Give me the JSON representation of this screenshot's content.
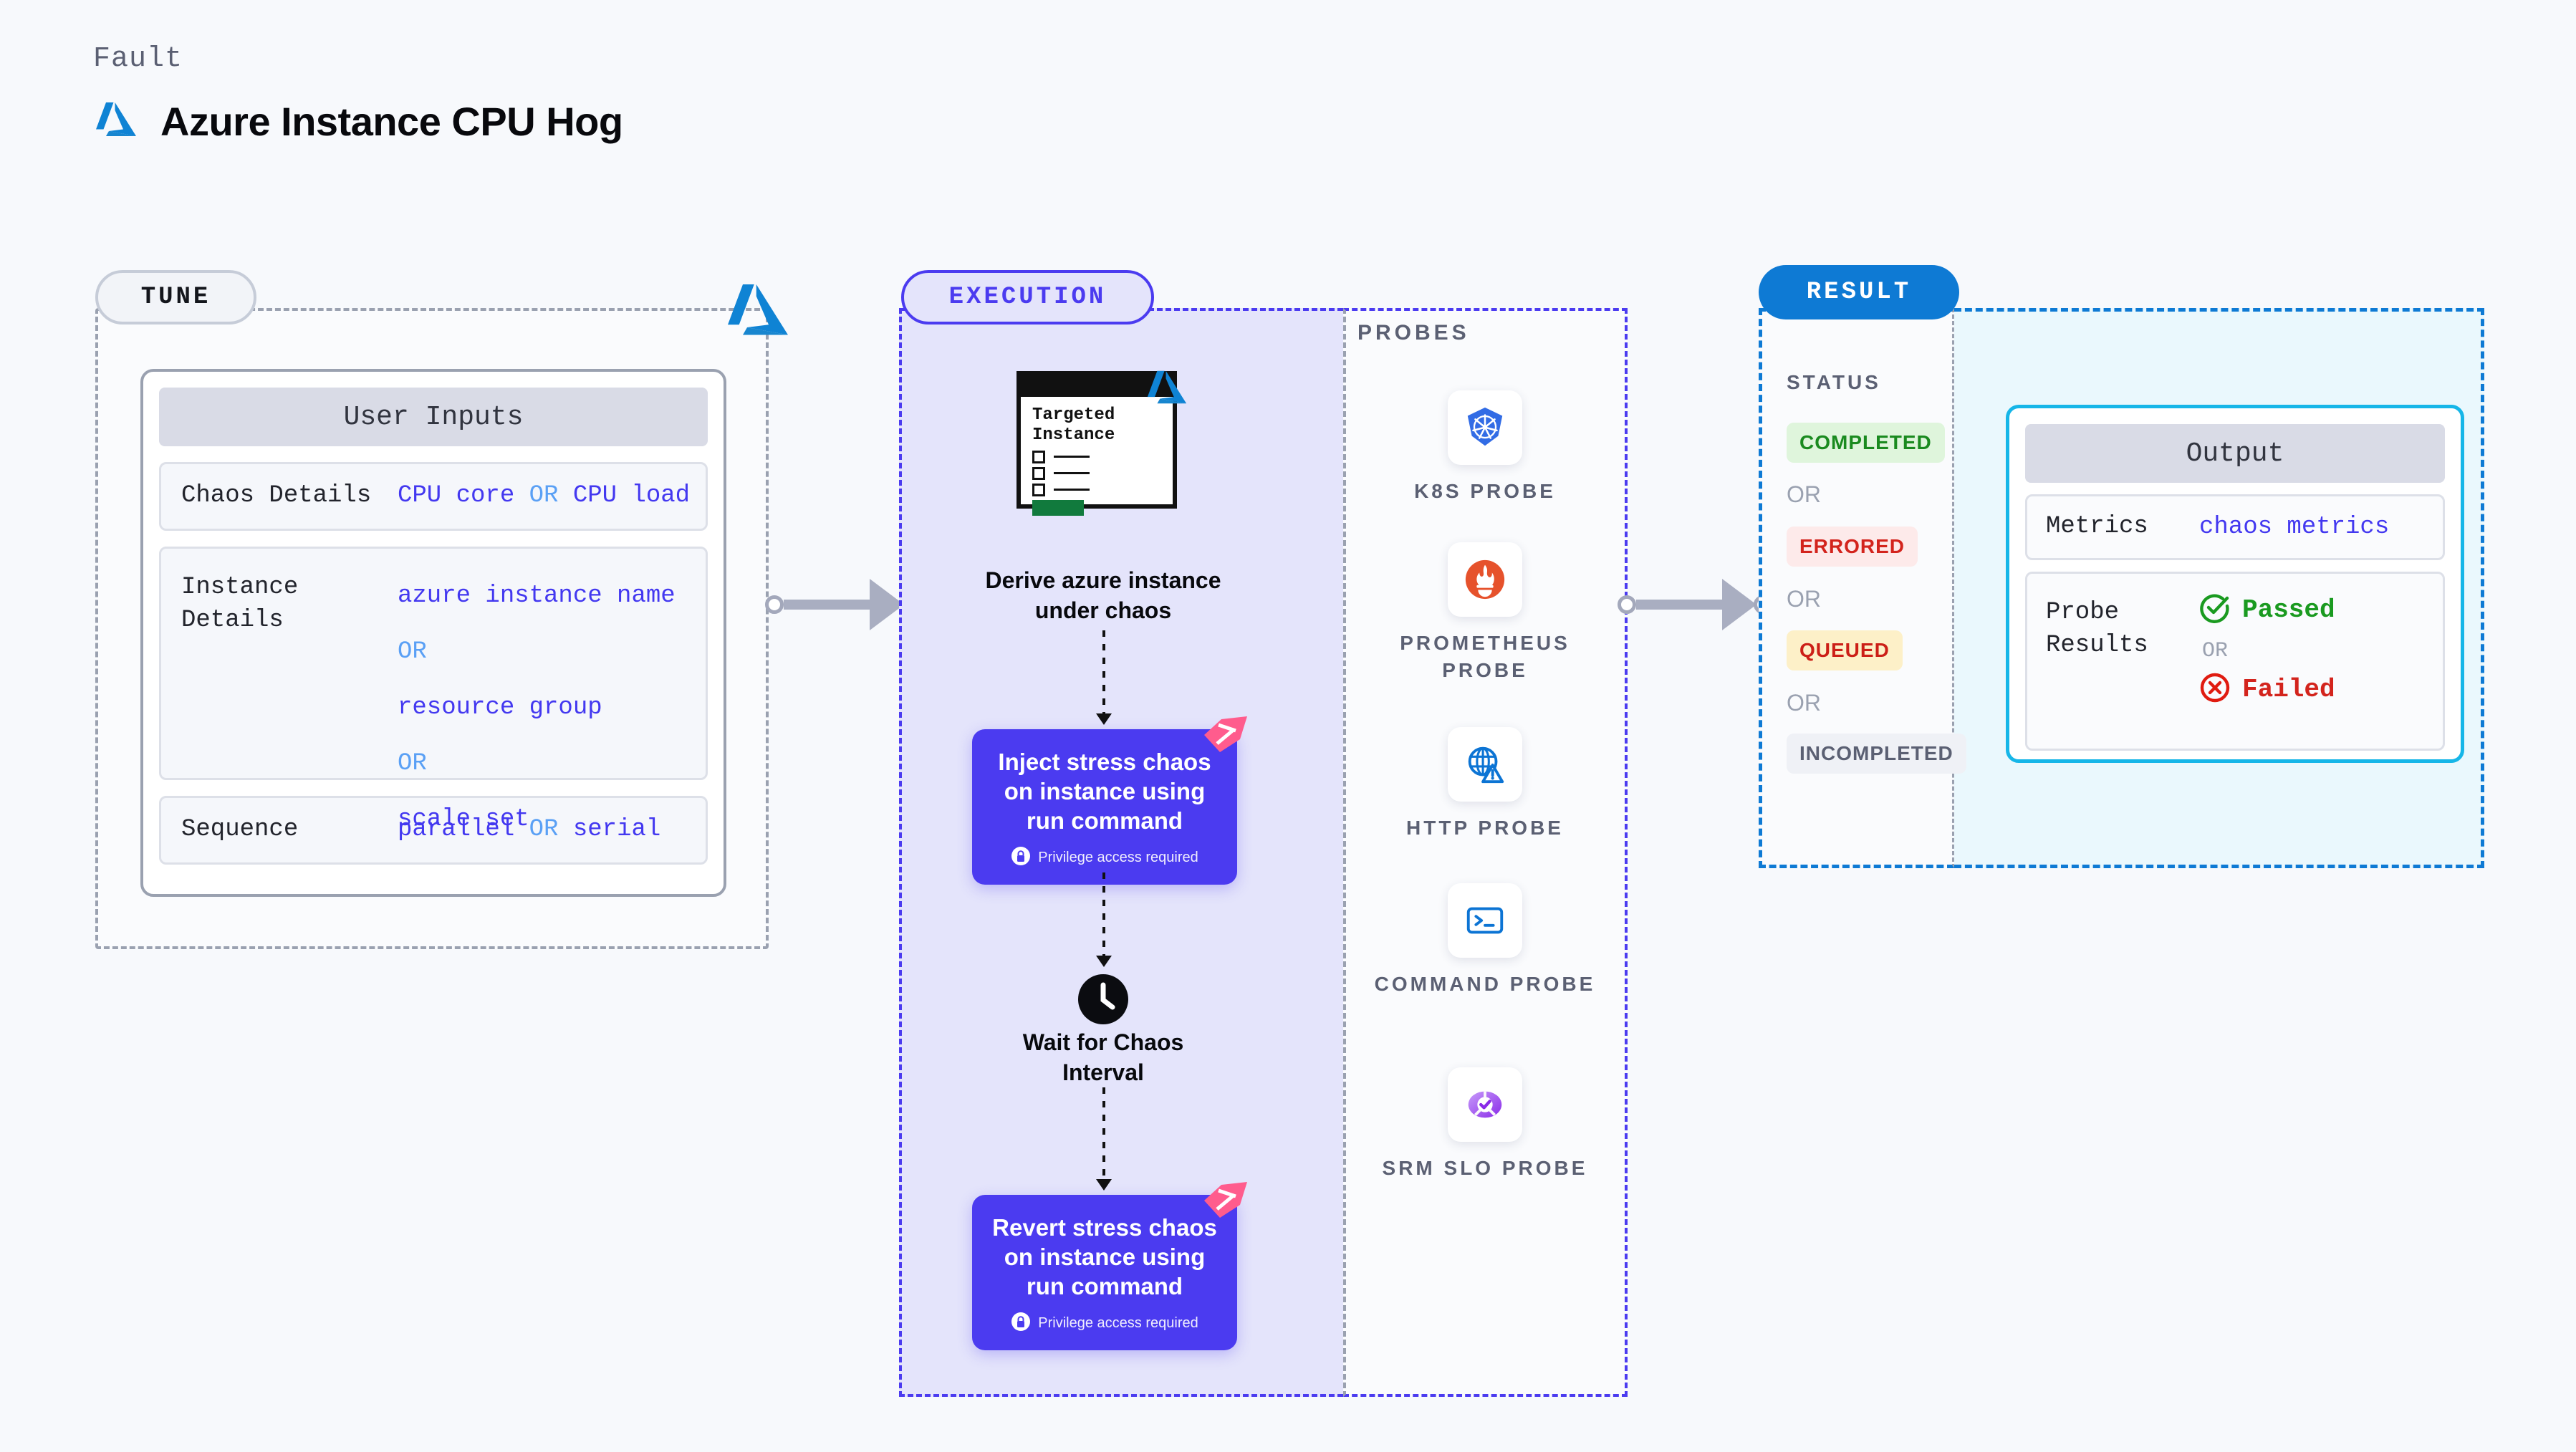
{
  "header": {
    "eyebrow": "Fault",
    "title": "Azure Instance CPU Hog",
    "logo_icon": "azure-logo-icon"
  },
  "tune": {
    "tag": "TUNE",
    "azure_badge_icon": "azure-logo-icon",
    "card_title": "User Inputs",
    "rows": [
      {
        "label": "Chaos Details",
        "values": [
          "CPU core",
          "OR",
          "CPU load"
        ],
        "inline": true
      },
      {
        "label": "Instance Details",
        "values": [
          "azure instance name",
          "OR",
          "resource group",
          "OR",
          "scale set"
        ],
        "inline": false
      },
      {
        "label": "Sequence",
        "values": [
          "parallel",
          "OR",
          "serial"
        ],
        "inline": true
      }
    ]
  },
  "execution": {
    "tag": "EXECUTION",
    "doc_icon": "targeted-instance-document-icon",
    "doc_title_line1": "Targeted",
    "doc_title_line2": "Instance",
    "doc_badge_icon": "azure-logo-icon",
    "derive_caption_line1": "Derive azure instance",
    "derive_caption_line2": "under chaos",
    "inject_box": {
      "title": "Inject stress chaos on instance using run command",
      "privilege_note": "Privilege access required",
      "lock_icon": "lock-icon",
      "corner_icon": "harness-logo-icon"
    },
    "wait": {
      "icon": "clock-icon",
      "caption_line1": "Wait for Chaos",
      "caption_line2": "Interval"
    },
    "revert_box": {
      "title": "Revert stress chaos on instance using run command",
      "privilege_note": "Privilege access required",
      "lock_icon": "lock-icon",
      "corner_icon": "harness-logo-icon"
    }
  },
  "probes": {
    "label": "PROBES",
    "items": [
      {
        "name": "K8S PROBE",
        "icon": "kubernetes-icon"
      },
      {
        "name": "PROMETHEUS PROBE",
        "icon": "prometheus-icon"
      },
      {
        "name": "HTTP PROBE",
        "icon": "http-globe-warning-icon"
      },
      {
        "name": "COMMAND PROBE",
        "icon": "terminal-icon"
      },
      {
        "name": "SRM SLO PROBE",
        "icon": "srm-slo-icon"
      }
    ]
  },
  "result": {
    "tag": "RESULT",
    "status_label": "STATUS",
    "or_label": "OR",
    "statuses": [
      {
        "label": "COMPLETED",
        "bg": "#dff5dc",
        "fg": "#1a8a1f"
      },
      {
        "label": "ERRORED",
        "bg": "#fdeaea",
        "fg": "#d3241d"
      },
      {
        "label": "QUEUED",
        "bg": "#fdf0c8",
        "fg": "#cc1f17"
      },
      {
        "label": "INCOMPLETED",
        "bg": "#eff1f6",
        "fg": "#5b6073"
      }
    ],
    "output": {
      "card_title": "Output",
      "metrics_label": "Metrics",
      "metrics_value": "chaos metrics",
      "probe_results_label": "Probe Results",
      "passed_label": "Passed",
      "failed_label": "Failed",
      "or_label": "OR",
      "passed_icon": "check-circle-icon",
      "failed_icon": "x-circle-icon"
    }
  },
  "colors": {
    "accent_purple": "#4b3bf0",
    "accent_blue": "#0e7ad4",
    "azure_blue": "#0f83d4",
    "value_purple": "#4338f0",
    "or_blue": "#5aa0f5",
    "cyan": "#16b6e8",
    "pink": "#ff5c8d",
    "green": "#1a8a1f",
    "red": "#d3241d"
  }
}
